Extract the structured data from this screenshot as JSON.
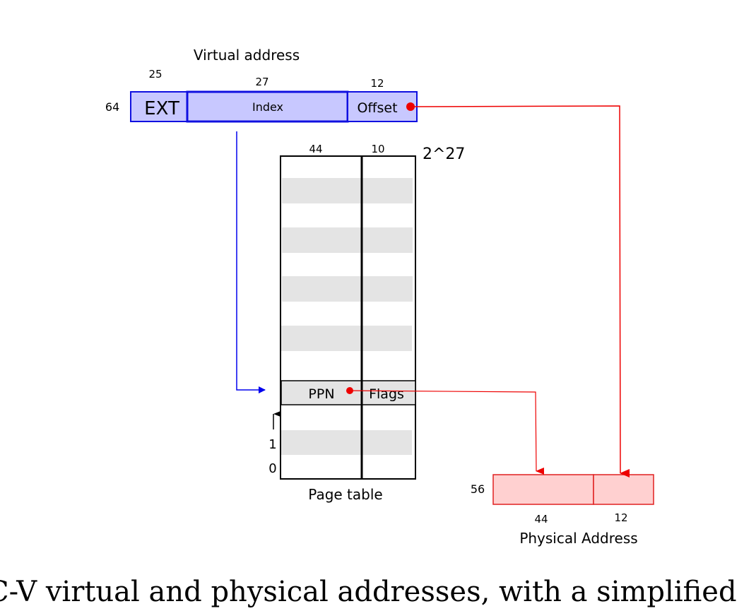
{
  "virtual_address": {
    "title": "Virtual address",
    "total_bits": "64",
    "fields": [
      {
        "name": "EXT",
        "bits": "25"
      },
      {
        "name": "Index",
        "bits": "27"
      },
      {
        "name": "Offset",
        "bits": "12"
      }
    ]
  },
  "page_table": {
    "label": "Page table",
    "columns": [
      {
        "bits": "44"
      },
      {
        "bits": "10"
      }
    ],
    "top_index": "2^27",
    "row_labels": [
      "1",
      "0"
    ],
    "entry": {
      "ppn": "PPN",
      "flags": "Flags"
    }
  },
  "physical_address": {
    "title": "Physical Address",
    "total_bits": "56",
    "fields": [
      {
        "bits": "44"
      },
      {
        "bits": "12"
      }
    ]
  },
  "caption": "C-V virtual and physical addresses, with a simplified lo",
  "colors": {
    "va_fill": "#c8c8ff",
    "va_stroke": "#1010e0",
    "pa_fill": "#ffd0d0",
    "pa_stroke": "#e02020",
    "arrow_blue": "#0000ee",
    "arrow_red": "#ee0000",
    "row_shade": "#e4e4e4"
  }
}
